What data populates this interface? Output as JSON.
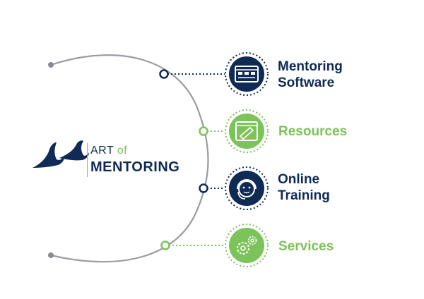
{
  "logo": {
    "word_art": "ART",
    "word_of": "of",
    "word_main": "MENTORING"
  },
  "items": [
    {
      "lines": [
        "Mentoring",
        "Software"
      ],
      "icon": "software-dashboard-icon",
      "color": "#0f2a55"
    },
    {
      "lines": [
        "Resources"
      ],
      "icon": "document-pencil-icon",
      "color": "#7cc35a"
    },
    {
      "lines": [
        "Online",
        "Training"
      ],
      "icon": "headset-person-icon",
      "color": "#0f2a55"
    },
    {
      "lines": [
        "Services"
      ],
      "icon": "gears-icon",
      "color": "#7cc35a"
    }
  ],
  "colors": {
    "navy": "#0f2a55",
    "green": "#7cc35a",
    "arc": "#9a9ca3"
  }
}
